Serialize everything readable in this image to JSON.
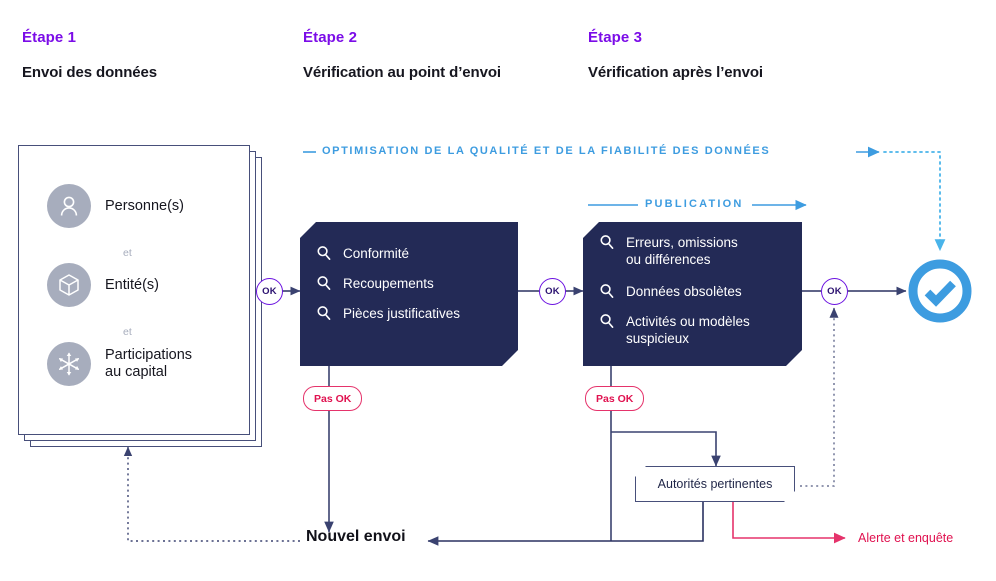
{
  "steps": [
    {
      "kicker": "Étape 1",
      "title": "Envoi des données"
    },
    {
      "kicker": "Étape 2",
      "title": "Vérification au point d’envoi"
    },
    {
      "kicker": "Étape 3",
      "title": "Vérification après l’envoi"
    }
  ],
  "source_card": {
    "items": [
      {
        "icon": "person-icon",
        "label": "Personne(s)"
      },
      {
        "icon": "cube-icon",
        "label": "Entité(s)"
      },
      {
        "icon": "shareholding-icon",
        "label": "Participations\nau capital",
        "line1": "Participations",
        "line2": "au capital"
      }
    ],
    "connectors": [
      "et",
      "et"
    ]
  },
  "panel_step2": {
    "checks": [
      {
        "icon": "magnifier-icon",
        "line1": "Conformité",
        "line2": ""
      },
      {
        "icon": "magnifier-icon",
        "line1": "Recoupements",
        "line2": ""
      },
      {
        "icon": "magnifier-icon",
        "line1": "Pièces justificatives",
        "line2": ""
      }
    ]
  },
  "panel_step3": {
    "checks": [
      {
        "icon": "magnifier-icon",
        "line1": "Erreurs, omissions",
        "line2": "ou différences"
      },
      {
        "icon": "magnifier-icon",
        "line1": "Données obsolètes",
        "line2": ""
      },
      {
        "icon": "magnifier-icon",
        "line1": "Activités ou modèles",
        "line2": "suspicieux"
      }
    ]
  },
  "badges": {
    "ok": "OK",
    "not_ok": "Pas OK"
  },
  "bands": {
    "quality": "OPTIMISATION DE LA QUALITÉ ET DE LA FIABILITÉ DES DONNÉES",
    "publication": "PUBLICATION"
  },
  "authorities": {
    "label": "Autorités pertinentes"
  },
  "outcomes": {
    "resubmit": "Nouvel envoi",
    "alert": "Alerte et enquête",
    "success_icon": "check-circle-icon"
  },
  "colors": {
    "purple": "#7b0ce8",
    "navy": "#232a56",
    "outline_navy": "#474f7a",
    "cyan": "#3d9ce0",
    "pink": "#e0114f",
    "grey_bubble": "#a7adbd",
    "check_blue": "#3d9ce0"
  }
}
